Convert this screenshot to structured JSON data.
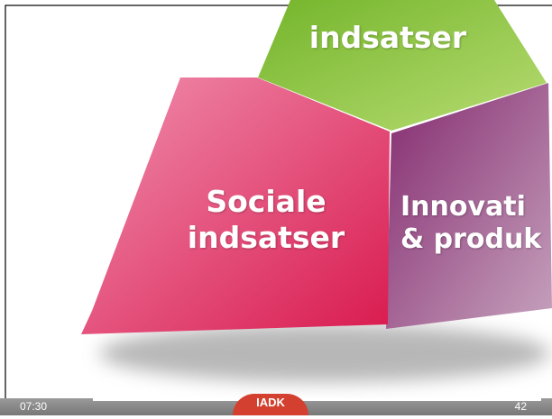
{
  "segments": {
    "top": {
      "line1": "indsatser"
    },
    "left": {
      "line1": "Sociale",
      "line2": "indsatser"
    },
    "right": {
      "line1": "Innovati",
      "line2": "& produk"
    }
  },
  "footer": {
    "time": "07:30",
    "logo_text": "IADK",
    "page_number": "42"
  },
  "colors": {
    "green": "#8cc63f",
    "pink": "#e0506e",
    "purple": "#8a3a7c",
    "footer_bar": "#8a8a8a",
    "logo": "#d3402f"
  }
}
